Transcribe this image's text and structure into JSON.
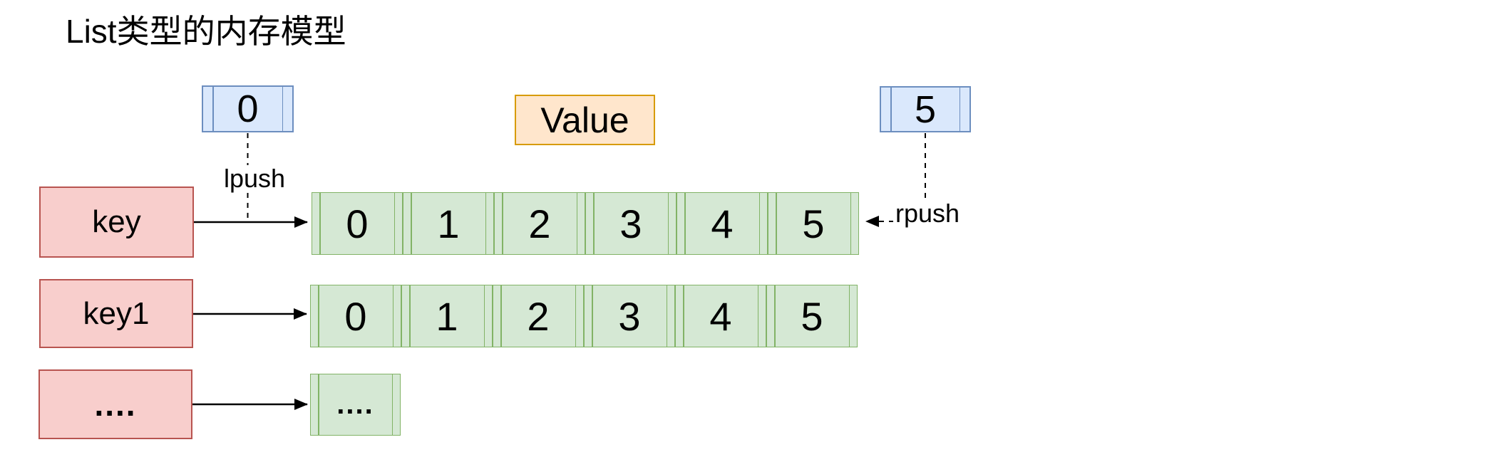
{
  "title": "List类型的内存模型",
  "legend": {
    "lpush_box_value": "0",
    "lpush_label": "lpush",
    "value_box_label": "Value",
    "rpush_box_value": "5",
    "rpush_label": "rpush"
  },
  "rows": [
    {
      "key": "key",
      "cells": [
        "0",
        "1",
        "2",
        "3",
        "4",
        "5"
      ]
    },
    {
      "key": "key1",
      "cells": [
        "0",
        "1",
        "2",
        "3",
        "4",
        "5"
      ]
    },
    {
      "key": "....",
      "cells": [
        "...."
      ]
    }
  ],
  "colors": {
    "key_fill": "#f8cecc",
    "key_border": "#b85450",
    "list_fill": "#d5e8d4",
    "list_border": "#82b366",
    "push_fill": "#dae8fc",
    "push_border": "#6c8ebf",
    "value_fill": "#ffe6cc",
    "value_border": "#d79b00",
    "connector": "#000000",
    "background": "#ffffff"
  }
}
